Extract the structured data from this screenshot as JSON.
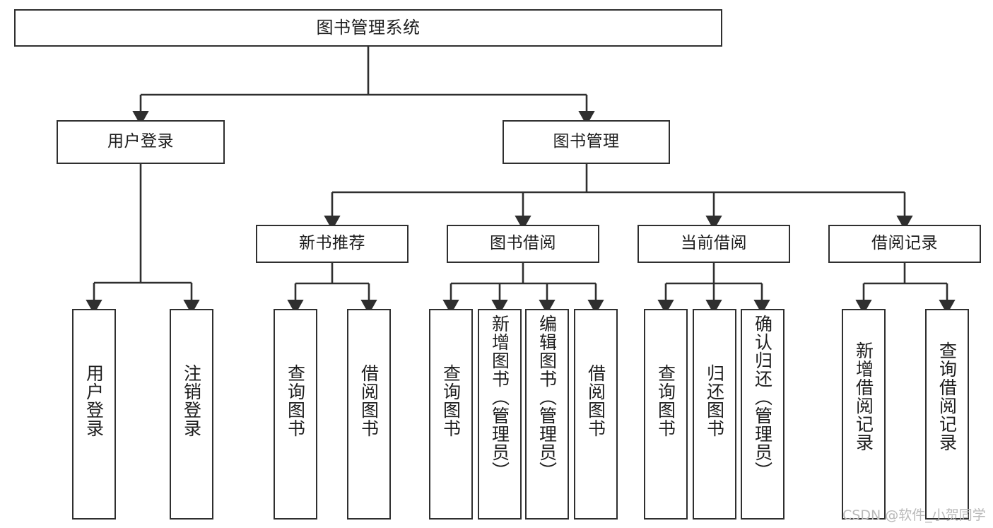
{
  "diagram": {
    "title": "图书管理系统",
    "stroke_color": "#2f2f2f",
    "text_color": "#1d1d1d",
    "background": "#ffffff"
  },
  "nodes": {
    "root": {
      "label": "图书管理系统"
    },
    "level2": [
      {
        "label": "用户登录"
      },
      {
        "label": "图书管理"
      }
    ],
    "level3": [
      {
        "label": "新书推荐"
      },
      {
        "label": "图书借阅"
      },
      {
        "label": "当前借阅"
      },
      {
        "label": "借阅记录"
      }
    ],
    "leaves_login": [
      {
        "label": "用户登录"
      },
      {
        "label": "注销登录"
      }
    ],
    "leaves_newbook": [
      {
        "label": "查询图书"
      },
      {
        "label": "借阅图书"
      }
    ],
    "leaves_borrow": [
      {
        "label": "查询图书"
      },
      {
        "label": "新增图书（管理员）"
      },
      {
        "label": "编辑图书（管理员）"
      },
      {
        "label": "借阅图书"
      }
    ],
    "leaves_current": [
      {
        "label": "查询图书"
      },
      {
        "label": "归还图书"
      },
      {
        "label": "确认归还（管理员）"
      }
    ],
    "leaves_record": [
      {
        "label": "新增借阅记录"
      },
      {
        "label": "查询借阅记录"
      }
    ]
  },
  "watermark": {
    "text": "CSDN @软件_小贺同学",
    "color": "#b9b9b9"
  }
}
